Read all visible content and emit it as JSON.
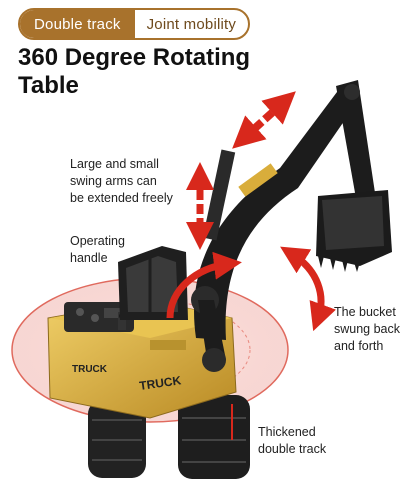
{
  "tabs": [
    {
      "label": "Double track",
      "active": true
    },
    {
      "label": "Joint mobility",
      "active": false
    }
  ],
  "title": "360 Degree Rotating Table",
  "callouts": {
    "swing_arms": [
      "Large and small",
      "swing arms can",
      "be extended freely"
    ],
    "handle": [
      "Operating",
      "handle"
    ],
    "bucket": [
      "The bucket",
      "swung back",
      "and forth"
    ],
    "track": [
      "Thickened",
      "double track"
    ]
  },
  "body_decal": "TRUCK",
  "colors": {
    "accent_brown": "#a8722c",
    "arrow_red": "#d8281c",
    "machine_yellow": "#d9ad3b",
    "arm_black": "#1c1c1c"
  },
  "icons": [
    "double-arrow-diagonal-icon",
    "double-arrow-vertical-icon",
    "rotate-arrow-icon",
    "curved-double-arrow-icon"
  ]
}
